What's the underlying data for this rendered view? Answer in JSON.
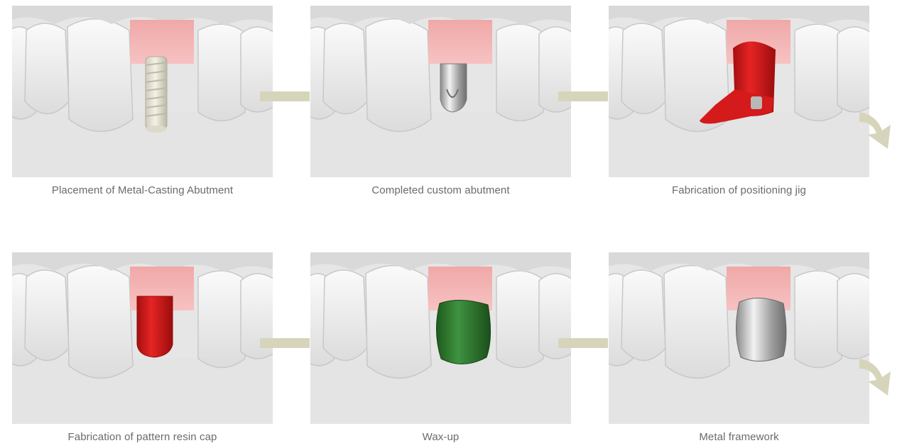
{
  "steps": [
    {
      "caption": "Placement of Metal-Casting Abutment",
      "object": "implant-screw"
    },
    {
      "caption": "Completed custom abutment",
      "object": "metal-abutment"
    },
    {
      "caption": "Fabrication of positioning jig",
      "object": "red-positioning-jig"
    },
    {
      "caption": "Fabrication of pattern resin cap",
      "object": "red-resin-cap"
    },
    {
      "caption": "Wax-up",
      "object": "green-wax-crown"
    },
    {
      "caption": "Metal framework",
      "object": "silver-metal-crown"
    }
  ],
  "colors": {
    "panel_bg": "#e6e6e6",
    "gum": "#f2a4a4",
    "connector": "#d6d5bb",
    "arrow": "#d6d5bb",
    "resin_red": "#d91c1c",
    "wax_green": "#2f7a2f",
    "metal": "#b8b8b8",
    "caption_text": "#6a6a6a"
  }
}
